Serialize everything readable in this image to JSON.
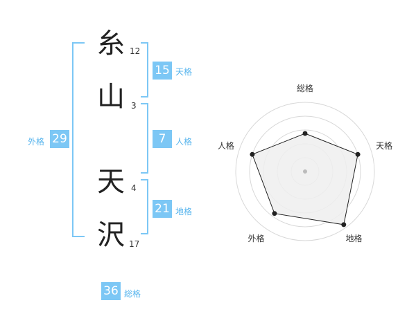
{
  "name": {
    "chars": [
      {
        "char": "糸",
        "strokes": "12"
      },
      {
        "char": "山",
        "strokes": "3"
      },
      {
        "char": "天",
        "strokes": "4"
      },
      {
        "char": "沢",
        "strokes": "17"
      }
    ]
  },
  "fortunes": {
    "tenkaku": {
      "value": "15",
      "label": "天格"
    },
    "jinkaku": {
      "value": "7",
      "label": "人格"
    },
    "chikaku": {
      "value": "21",
      "label": "地格"
    },
    "gaikaku": {
      "value": "29",
      "label": "外格"
    },
    "soukaku": {
      "value": "36",
      "label": "総格"
    }
  },
  "chart_data": {
    "type": "radar",
    "axes": [
      "総格",
      "天格",
      "地格",
      "外格",
      "人格"
    ],
    "values": [
      0.55,
      0.8,
      0.95,
      0.75,
      0.8
    ],
    "max": 1,
    "rings": 5,
    "grid": true,
    "colors": {
      "ring": "#d8d8d8",
      "fill": "#efefef",
      "line": "#222222",
      "point": "#222222",
      "center": "#bbbbbb"
    }
  },
  "colors": {
    "accent": "#7cc7f5",
    "accent_text": "#5ab6ee"
  }
}
